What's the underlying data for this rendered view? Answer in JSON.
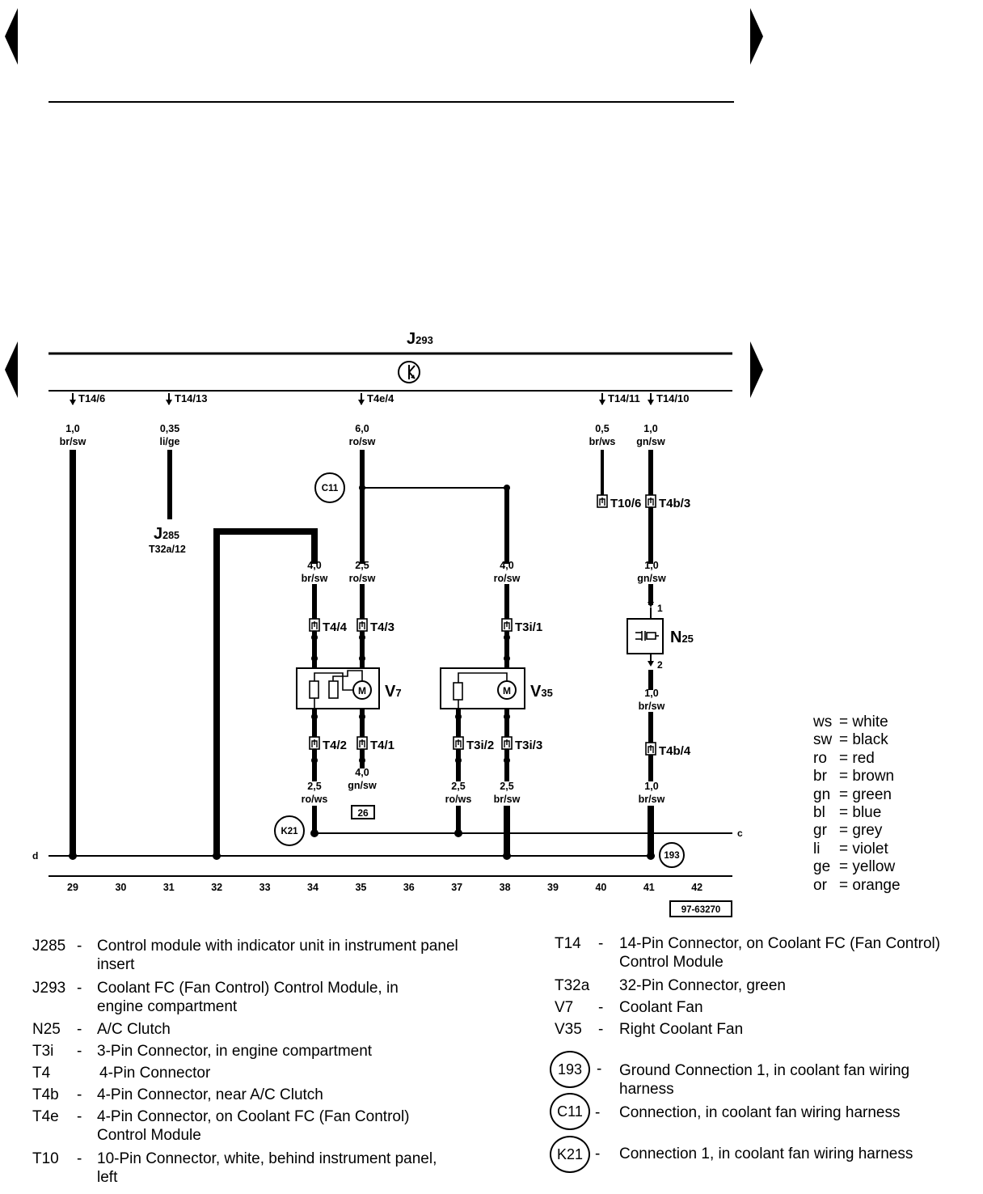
{
  "module": {
    "name": "J",
    "sub": "293"
  },
  "top_pins": [
    {
      "label": "T14/6",
      "gauge": "1,0",
      "color": "br/sw"
    },
    {
      "label": "T14/13",
      "gauge": "0,35",
      "color": "li/ge"
    },
    {
      "label": "T4e/4",
      "gauge": "6,0",
      "color": "ro/sw"
    },
    {
      "label": "T14/11",
      "gauge": "0,5",
      "color": "br/ws"
    },
    {
      "label": "T14/10",
      "gauge": "1,0",
      "color": "gn/sw"
    }
  ],
  "j285": {
    "name": "J",
    "sub": "285",
    "pin": "T32a/12"
  },
  "nodes": {
    "c11": "C11",
    "k21": "K21",
    "g193": "193"
  },
  "wires": {
    "w34a": {
      "gauge": "4,0",
      "color": "br/sw"
    },
    "w35a": {
      "gauge": "2,5",
      "color": "ro/sw"
    },
    "w38a": {
      "gauge": "4,0",
      "color": "ro/sw"
    },
    "w41a": {
      "gauge": "1,0",
      "color": "gn/sw"
    },
    "w41b": {
      "gauge": "1,0",
      "color": "br/sw"
    },
    "w41c": {
      "gauge": "1,0",
      "color": "br/sw"
    },
    "w34b": {
      "gauge": "2,5",
      "color": "ro/ws"
    },
    "w35b": {
      "gauge": "4,0",
      "color": "gn/sw"
    },
    "w37b": {
      "gauge": "2,5",
      "color": "ro/ws"
    },
    "w38b": {
      "gauge": "2,5",
      "color": "br/sw"
    }
  },
  "connectors": {
    "t10_6": "T10/6",
    "t4b_3": "T4b/3",
    "t4_4": "T4/4",
    "t4_3": "T4/3",
    "t3i_1": "T3i/1",
    "t4_2": "T4/2",
    "t4_1": "T4/1",
    "t3i_2": "T3i/2",
    "t3i_3": "T3i/3",
    "t4b_4": "T4b/4"
  },
  "components": {
    "v7": {
      "name": "V",
      "sub": "7",
      "motor": "M"
    },
    "v35": {
      "name": "V",
      "sub": "35",
      "motor": "M"
    },
    "n25": {
      "name": "N",
      "sub": "25",
      "pin1": "1",
      "pin2": "2"
    }
  },
  "ref_box": "26",
  "bus": {
    "ground": "d",
    "line": "c"
  },
  "tracks": [
    "29",
    "30",
    "31",
    "32",
    "33",
    "34",
    "35",
    "36",
    "37",
    "38",
    "39",
    "40",
    "41",
    "42"
  ],
  "figure_id": "97-63270",
  "colors": [
    {
      "code": "ws",
      "name": "white"
    },
    {
      "code": "sw",
      "name": "black"
    },
    {
      "code": "ro",
      "name": "red"
    },
    {
      "code": "br",
      "name": "brown"
    },
    {
      "code": "gn",
      "name": "green"
    },
    {
      "code": "bl",
      "name": "blue"
    },
    {
      "code": "gr",
      "name": "grey"
    },
    {
      "code": "li",
      "name": "violet"
    },
    {
      "code": "ge",
      "name": "yellow"
    },
    {
      "code": "or",
      "name": "orange"
    }
  ],
  "legend_left": [
    {
      "code": "J285",
      "dash": "-",
      "desc": "Control module with indicator unit in instrument panel insert"
    },
    {
      "code": "J293",
      "dash": "-",
      "desc": "Coolant FC (Fan Control) Control Module, in engine compartment"
    },
    {
      "code": "N25",
      "dash": "-",
      "desc": "A/C Clutch"
    },
    {
      "code": "T3i",
      "dash": "-",
      "desc": "3-Pin Connector, in engine compartment"
    },
    {
      "code": "T4",
      "dash": "",
      "desc": "4-Pin Connector"
    },
    {
      "code": "T4b",
      "dash": "-",
      "desc": "4-Pin Connector, near A/C Clutch"
    },
    {
      "code": "T4e",
      "dash": "-",
      "desc": "4-Pin Connector, on Coolant FC (Fan Control) Control Module"
    },
    {
      "code": "T10",
      "dash": "-",
      "desc": "10-Pin Connector, white, behind instrument panel, left"
    }
  ],
  "legend_right": [
    {
      "code": "T14",
      "dash": "-",
      "desc": "14-Pin Connector, on Coolant FC (Fan Control) Control Module"
    },
    {
      "code": "T32a",
      "dash": "",
      "desc": "32-Pin Connector, green"
    },
    {
      "code": "V7",
      "dash": "-",
      "desc": "Coolant Fan"
    },
    {
      "code": "V35",
      "dash": "-",
      "desc": "Right Coolant Fan"
    }
  ],
  "legend_nodes": [
    {
      "code": "193",
      "dash": "-",
      "desc": "Ground Connection 1, in coolant fan wiring harness"
    },
    {
      "code": "C11",
      "dash": "-",
      "desc": "Connection, in coolant fan wiring harness"
    },
    {
      "code": "K21",
      "dash": "-",
      "desc": "Connection 1, in coolant fan wiring harness"
    }
  ]
}
